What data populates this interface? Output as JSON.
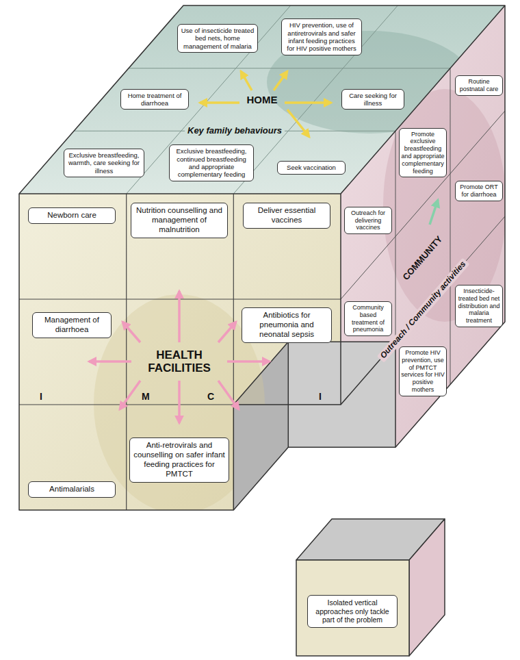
{
  "diagram": {
    "nodes": [
      {
        "text": [
          "Use of insecticide treated bed nets, home management of malaria"
        ]
      },
      {
        "text": [
          "HIV prevention, use of antiretrovirals and safer infant feeding practices for HIV positive mothers"
        ]
      },
      {
        "text": [
          "Home treatment of diarrhoea"
        ]
      },
      {
        "text": [
          "Care seeking for illness"
        ]
      },
      {
        "text": [
          "Exclusive breastfeeding, warmth, care seeking for illness"
        ]
      },
      {
        "text": [
          "Exclusive breastfeeding, continued breastfeeding and appropriate complementary feeding"
        ]
      },
      {
        "text": [
          "Seek vaccination"
        ]
      },
      {
        "text": [
          "Newborn care"
        ]
      },
      {
        "text": [
          "Nutrition counselling and management of malnutrition"
        ]
      },
      {
        "text": [
          "Deliver essential vaccines"
        ]
      },
      {
        "text": [
          "Management of diarrhoea"
        ]
      },
      {
        "text": [
          "Antibiotics for pneumonia and neonatal sepsis"
        ]
      },
      {
        "text": [
          "Antimalarials"
        ]
      },
      {
        "text": [
          "Anti-retrovirals and counselling on safer infant feeding practices for PMTCT"
        ]
      },
      {
        "text": [
          "Outreach for delivering vaccines"
        ]
      },
      {
        "text": [
          "Promote exclusive breastfeeding and appropriate complementary feeding"
        ]
      },
      {
        "text": [
          "Routine postnatal care"
        ]
      },
      {
        "text": [
          "Community based treatment of pneumonia"
        ]
      },
      {
        "text": [
          "Promote ORT for diarrhoea"
        ]
      },
      {
        "text": [
          "Promote HIV prevention, use of PMTCT services for HIV positive mothers"
        ]
      },
      {
        "text": [
          "Insecticide-treated bed net distribution and malaria treatment"
        ]
      },
      {
        "text": [
          "Isolated vertical approaches only tackle part of the problem"
        ]
      }
    ],
    "labels": [
      "HOME",
      "Key family behaviours",
      "HEALTH FACILITIES",
      "I",
      "M",
      "C",
      "I",
      "COMMUNITY",
      "Outreach / Community activities"
    ]
  }
}
